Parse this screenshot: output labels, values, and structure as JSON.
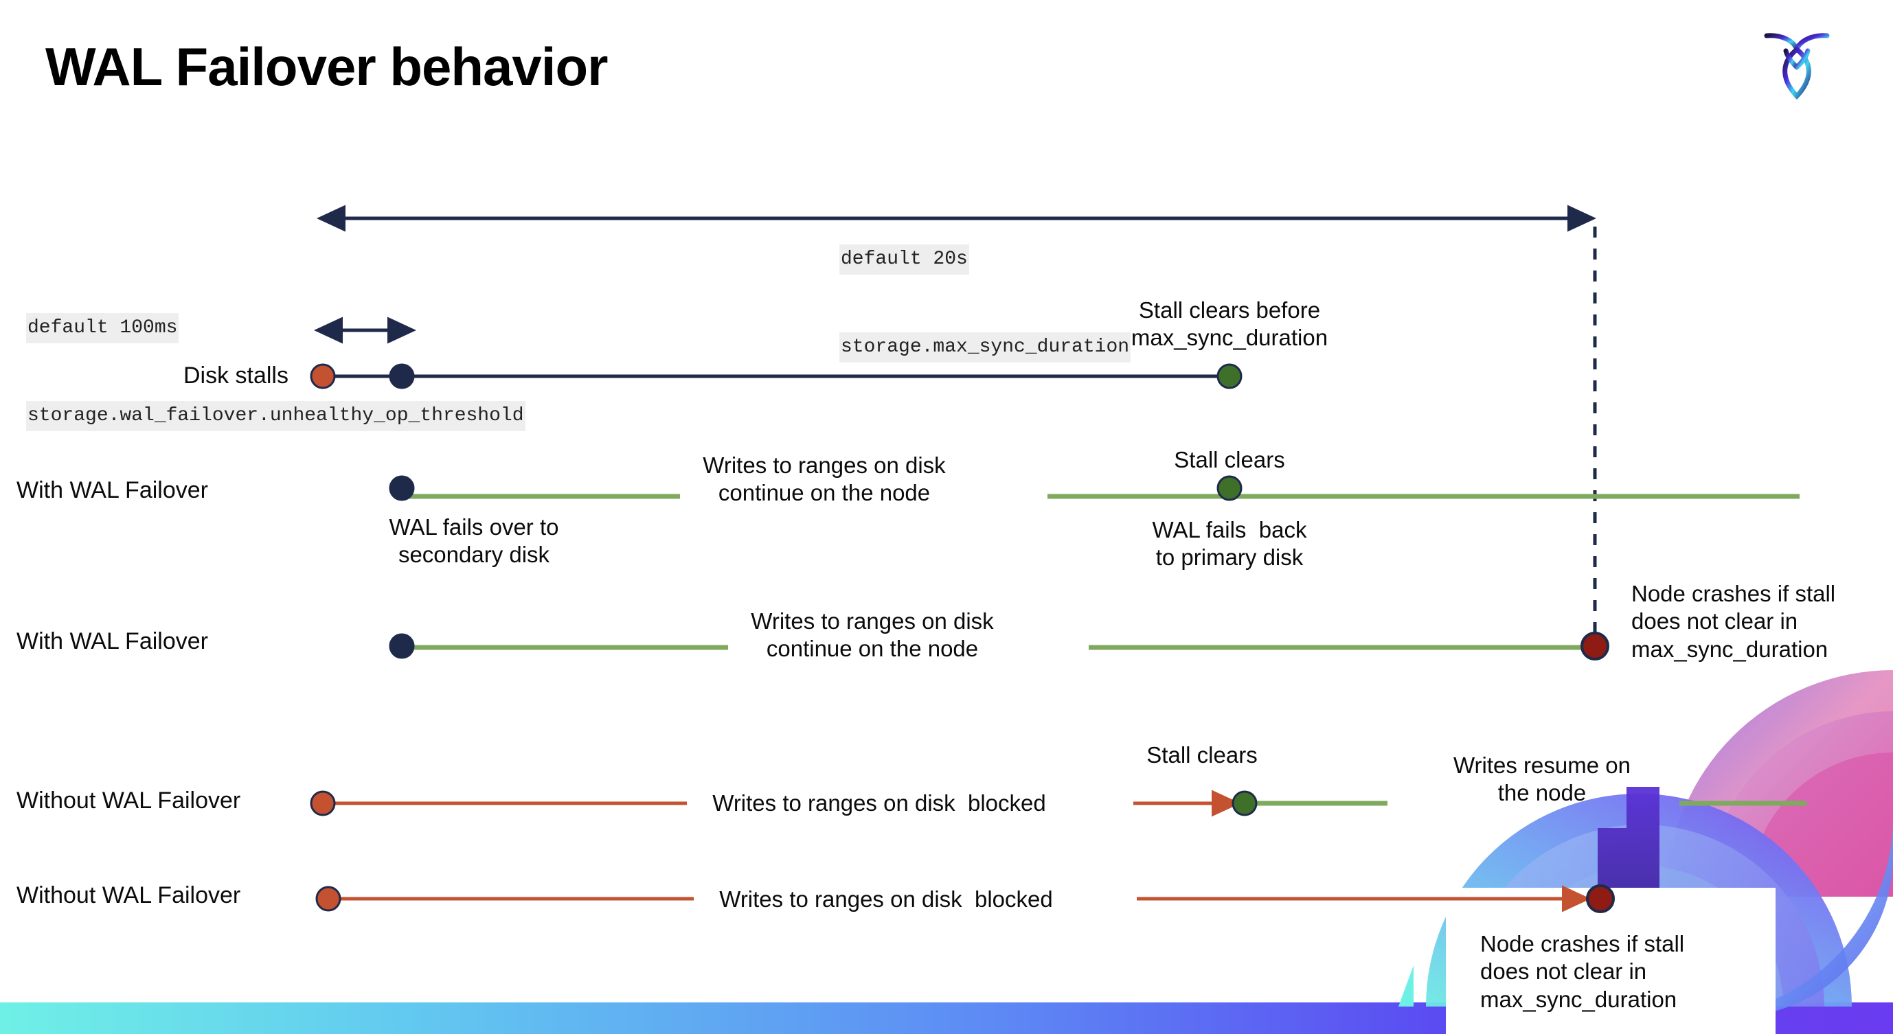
{
  "slide": {
    "title": "WAL Failover behavior",
    "logo_name": "cockroachdb-logo"
  },
  "callouts": {
    "max_sync": {
      "line1": "default 20s",
      "line2": "storage.max_sync_duration"
    },
    "unhealthy_threshold": {
      "line1": "default 100ms",
      "line2": "storage.wal_failover.unhealthy_op_threshold"
    }
  },
  "rows": [
    {
      "label": "Disk stalls",
      "annotations": [
        "Stall clears before\nmax_sync_duration"
      ]
    },
    {
      "label": "With WAL Failover",
      "annotations": [
        "WAL fails over to\nsecondary disk",
        "Writes to ranges on disk\ncontinue on the node",
        "Stall clears",
        "WAL fails  back\nto primary disk"
      ]
    },
    {
      "label": "With WAL Failover",
      "annotations": [
        "Writes to ranges on disk\ncontinue on the node",
        "Node crashes if stall\ndoes not clear in\nmax_sync_duration"
      ]
    },
    {
      "label": "Without WAL Failover",
      "annotations": [
        "Writes to ranges on disk  blocked",
        "Stall clears",
        "Writes resume on\nthe node"
      ]
    },
    {
      "label": "Without WAL Failover",
      "annotations": [
        "Writes to ranges on disk  blocked",
        "Node crashes if stall\ndoes not clear in\nmax_sync_duration"
      ]
    }
  ],
  "labels": {
    "disk_stalls": "Disk stalls",
    "with_wal_failover_1": "With WAL Failover",
    "with_wal_failover_2": "With WAL Failover",
    "without_wal_failover_1": "Without WAL Failover",
    "without_wal_failover_2": "Without WAL Failover"
  },
  "annotations": {
    "stall_clears_before": "Stall clears before\nmax_sync_duration",
    "wal_fails_over": "WAL fails over to\nsecondary disk",
    "writes_continue_1": "Writes to ranges on disk\ncontinue on the node",
    "stall_clears_1": "Stall clears",
    "wal_fails_back": "WAL fails  back\nto primary disk",
    "writes_continue_2": "Writes to ranges on disk\ncontinue on the node",
    "node_crashes_top": "Node crashes if stall\ndoes not clear in\nmax_sync_duration",
    "writes_blocked_1": "Writes to ranges on disk  blocked",
    "stall_clears_2": "Stall clears",
    "writes_resume": "Writes resume on\nthe node",
    "writes_blocked_2": "Writes to ranges on disk  blocked",
    "node_crashes_bottom": "Node crashes if stall\ndoes not clear in\nmax_sync_duration"
  },
  "colors": {
    "navy": "#1F2A4A",
    "orange": "#C4512F",
    "green_line": "#7FA95F",
    "green_dot": "#3E7029",
    "dark_red": "#8E1C15",
    "code_bg": "#EEEEEE",
    "gradient_start": "#6FF0E6",
    "gradient_end": "#6A3BF0"
  }
}
